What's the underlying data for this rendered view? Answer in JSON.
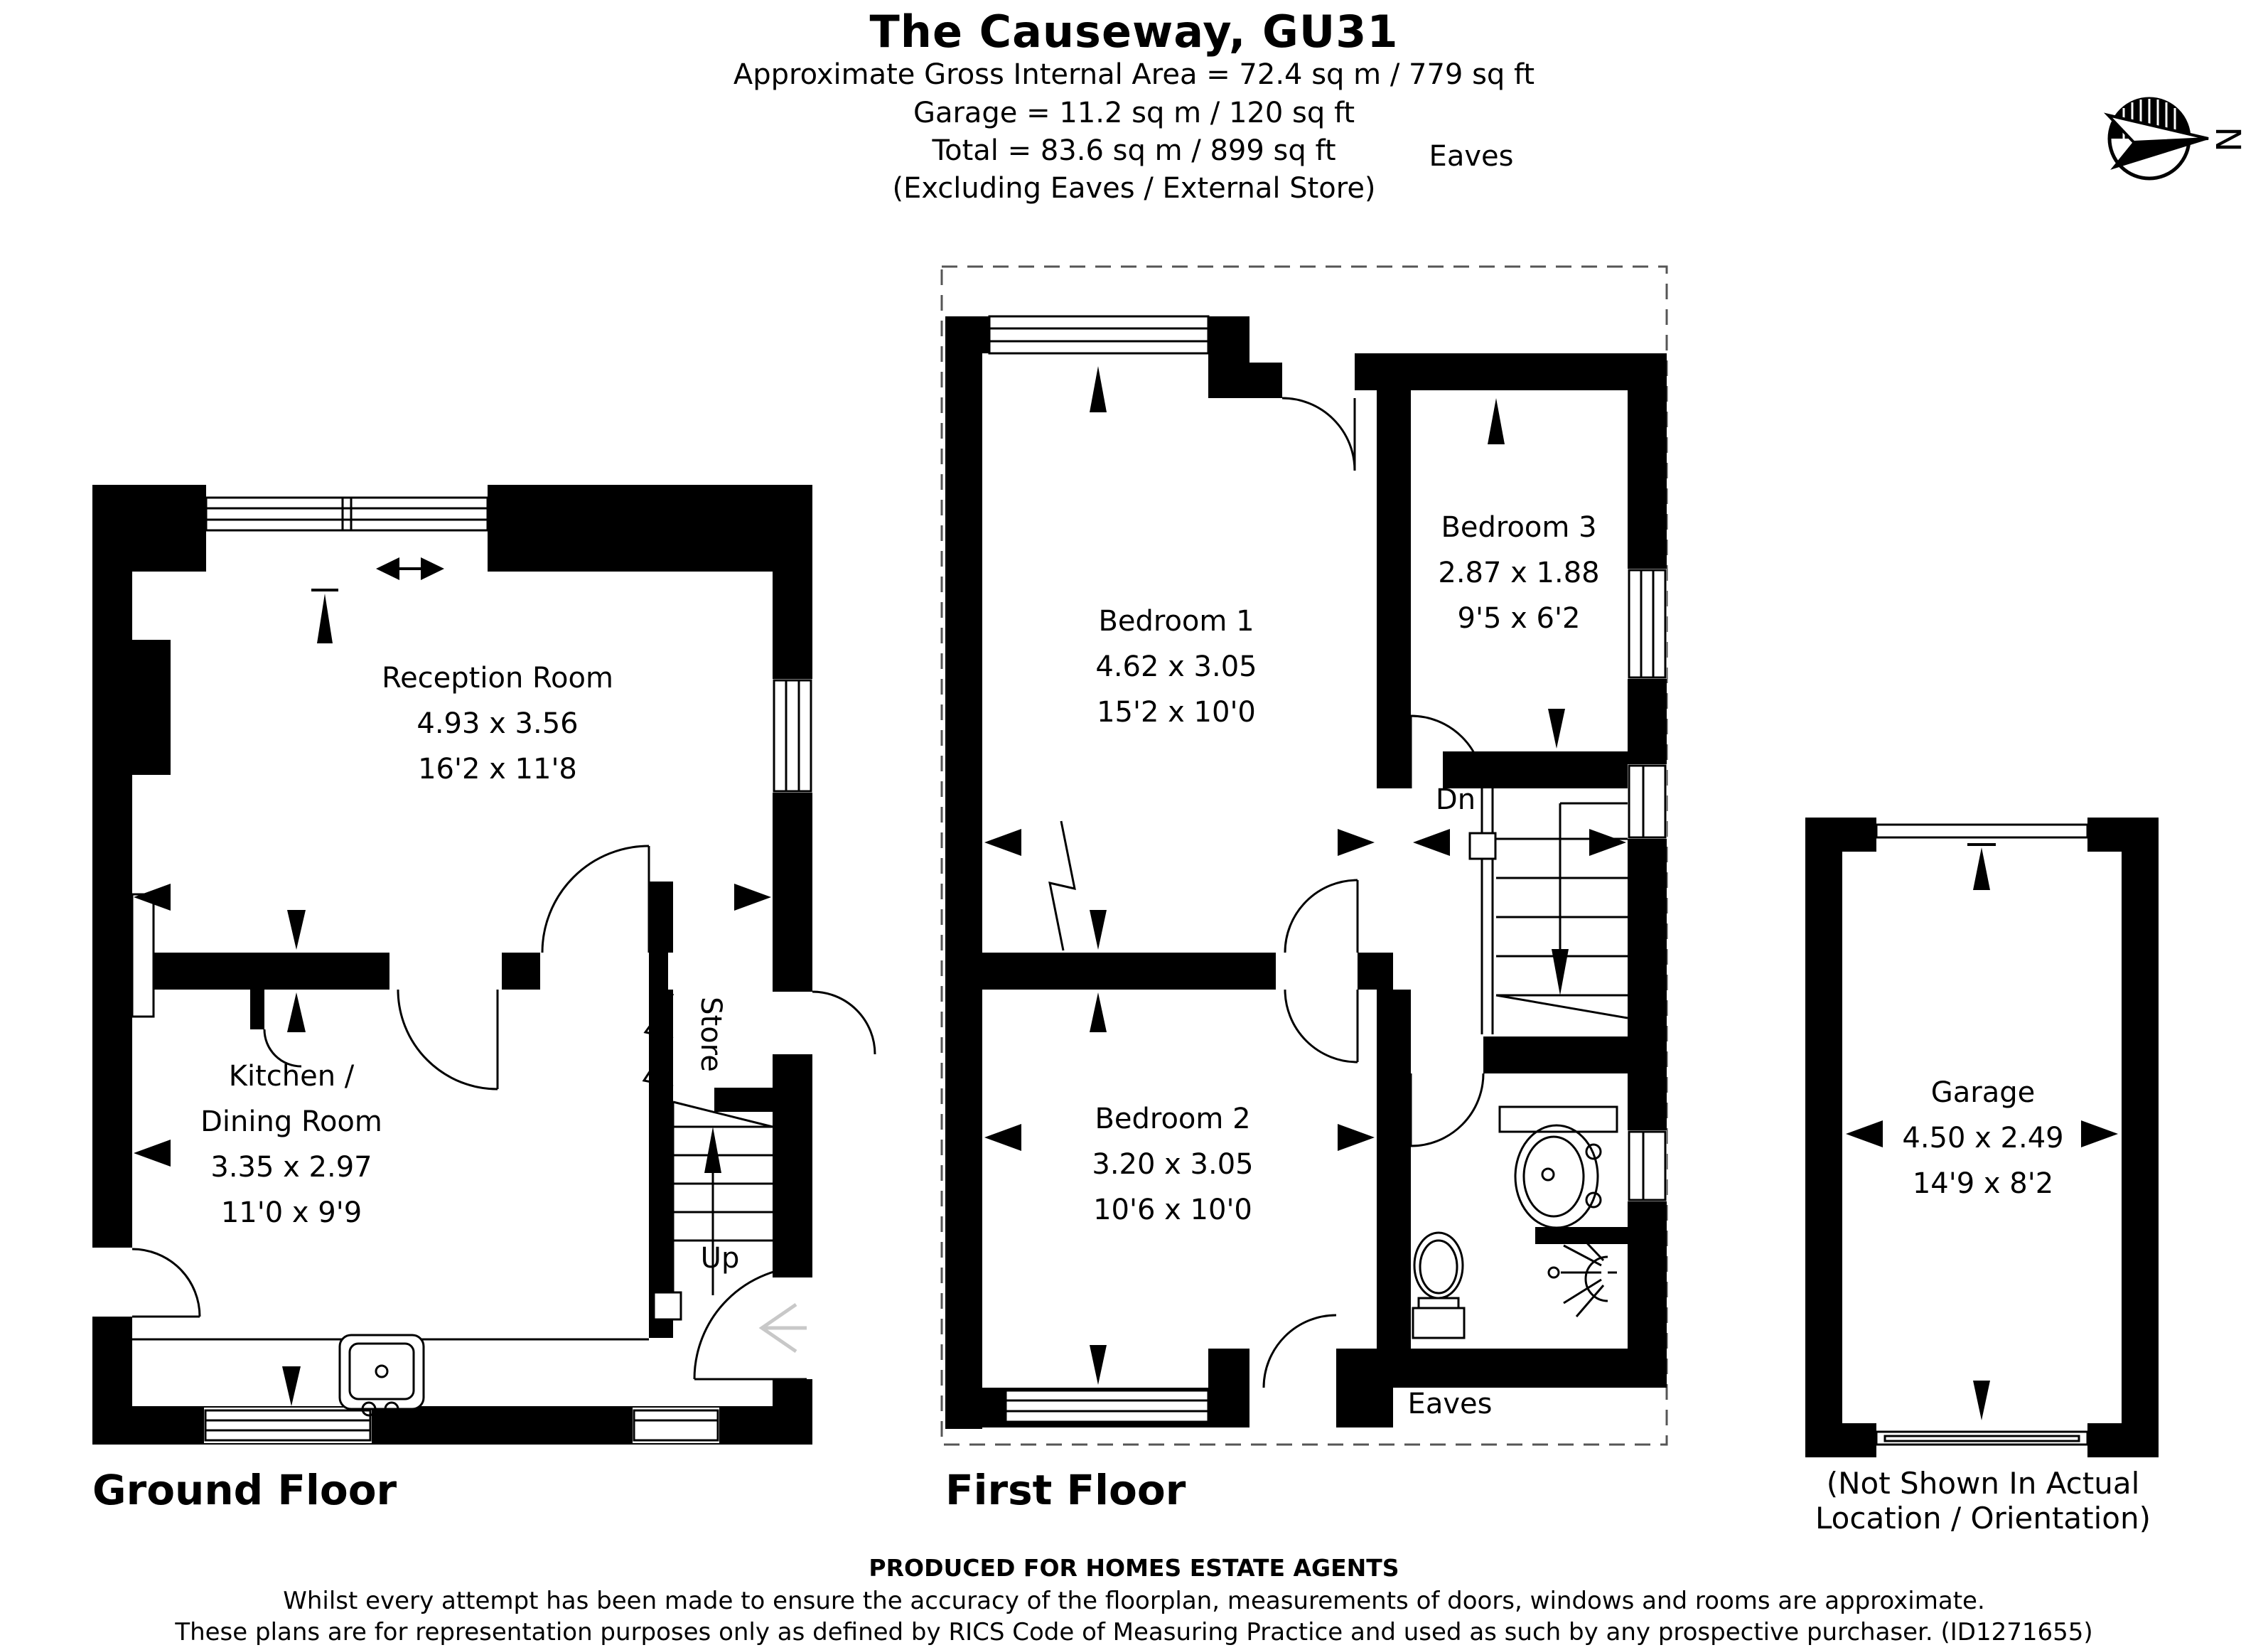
{
  "header": {
    "title": "The Causeway, GU31",
    "line1": "Approximate Gross Internal Area = 72.4 sq m / 779 sq ft",
    "line2": "Garage = 11.2 sq m / 120 sq ft",
    "line3": "Total = 83.6 sq m / 899 sq ft",
    "line4": "(Excluding Eaves / External Store)"
  },
  "compass": {
    "north_label": "N"
  },
  "ground_floor": {
    "label": "Ground Floor",
    "reception": {
      "name": "Reception Room",
      "metric": "4.93 x 3.56",
      "imperial": "16'2 x 11'8"
    },
    "kitchen": {
      "name_line1": "Kitchen /",
      "name_line2": "Dining Room",
      "metric": "3.35 x 2.97",
      "imperial": "11'0 x 9'9"
    },
    "store_label": "Store",
    "up_label": "Up"
  },
  "first_floor": {
    "label": "First Floor",
    "eaves_top": "Eaves",
    "eaves_bottom": "Eaves",
    "bedroom1": {
      "name": "Bedroom 1",
      "metric": "4.62 x 3.05",
      "imperial": "15'2 x 10'0"
    },
    "bedroom2": {
      "name": "Bedroom 2",
      "metric": "3.20 x 3.05",
      "imperial": "10'6 x 10'0"
    },
    "bedroom3": {
      "name": "Bedroom 3",
      "metric": "2.87 x 1.88",
      "imperial": "9'5 x 6'2"
    },
    "dn_label": "Dn"
  },
  "garage": {
    "name": "Garage",
    "metric": "4.50 x 2.49",
    "imperial": "14'9 x 8'2",
    "note_line1": "(Not Shown In Actual",
    "note_line2": "Location / Orientation)"
  },
  "footer": {
    "line1": "PRODUCED FOR HOMES ESTATE AGENTS",
    "line2": "Whilst every attempt has been made to ensure the accuracy of the floorplan, measurements of doors, windows and rooms are approximate.",
    "line3": "These plans are for representation purposes only as defined by RICS Code of Measuring Practice and used as such by any prospective purchaser. (ID1271655)"
  },
  "colors": {
    "ink": "#000000",
    "entry_arrow": "#c8c8c8"
  }
}
